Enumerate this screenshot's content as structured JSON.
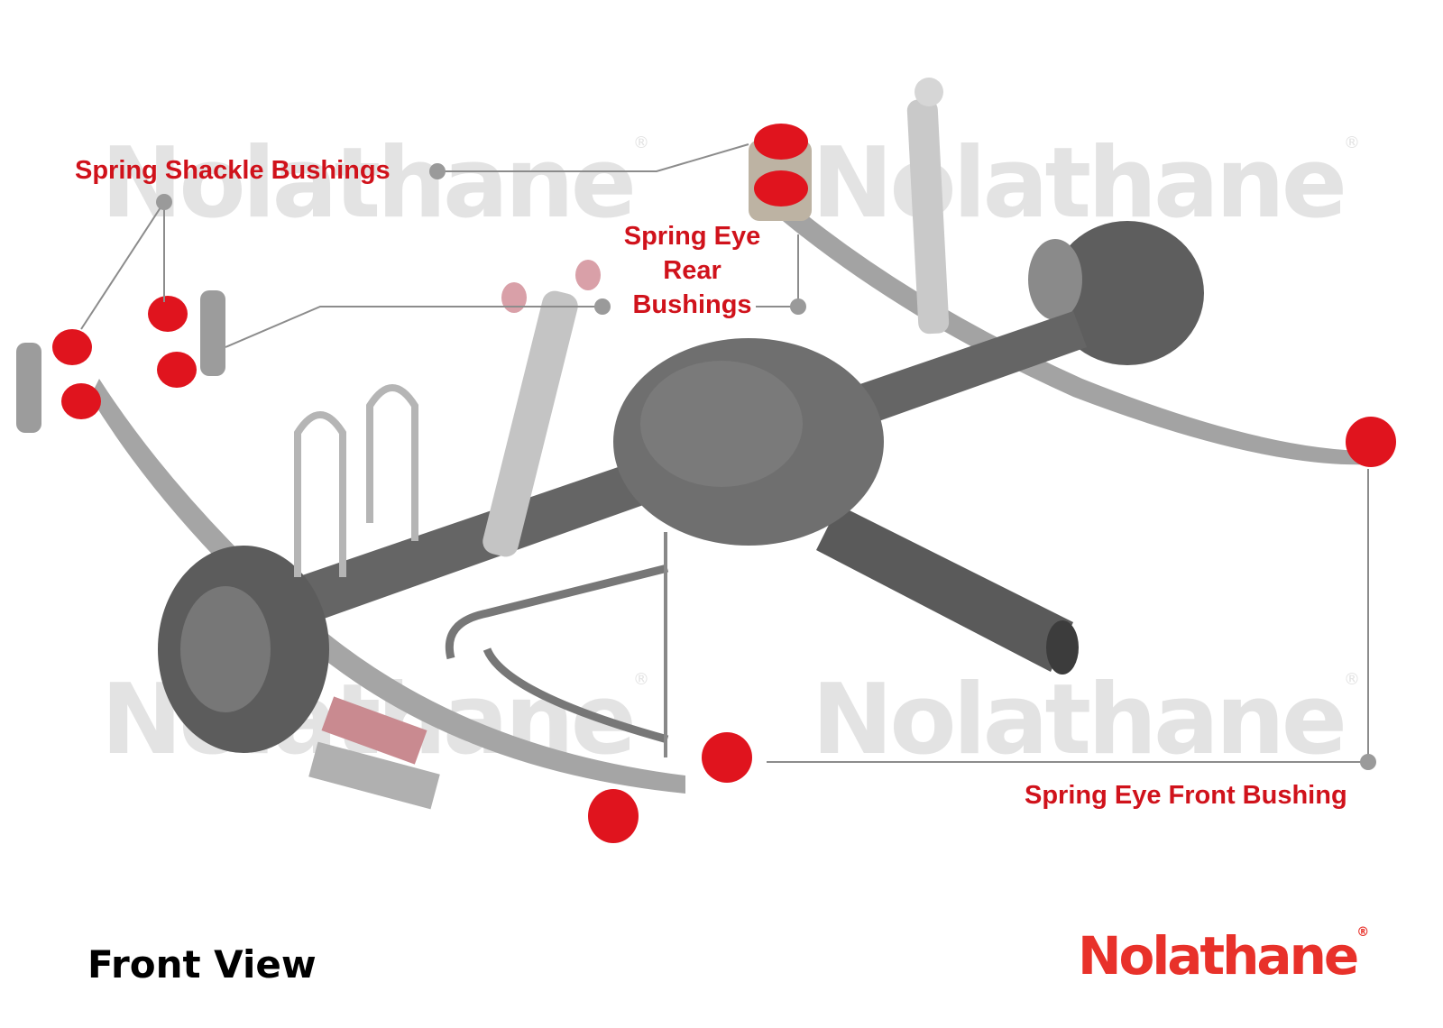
{
  "watermark": {
    "text": "Nolathane",
    "mark": "®"
  },
  "labels": {
    "spring_shackle": "Spring Shackle Bushings",
    "spring_eye_rear": [
      "Spring Eye",
      "Rear",
      "Bushings"
    ],
    "spring_eye_front": "Spring Eye Front Bushing"
  },
  "view_label": "Front View",
  "logo": {
    "text": "Nolathane",
    "mark": "®"
  },
  "colors": {
    "label_red": "#d0121b",
    "logo_red": "#e8312a",
    "bushing_red": "#e0141e",
    "part_grey": "#6b6b6b",
    "leader_grey": "#8c8c8c"
  }
}
